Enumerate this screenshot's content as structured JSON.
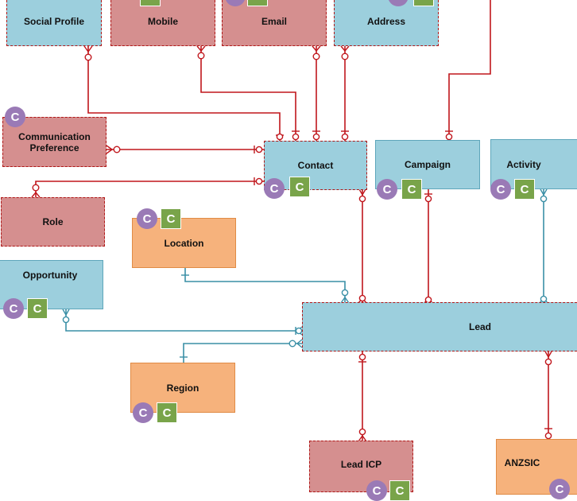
{
  "entities": {
    "social_profile": "Social Profile",
    "mobile": "Mobile",
    "email": "Email",
    "address": "Address",
    "communication_preference": "Communication Preference",
    "contact": "Contact",
    "campaign": "Campaign",
    "activity": "Activity",
    "role": "Role",
    "location": "Location",
    "opportunity": "Opportunity",
    "lead": "Lead",
    "region": "Region",
    "lead_icp": "Lead ICP",
    "anzsic": "ANZSIC"
  },
  "badge_letter": "C",
  "colors": {
    "blue_fill": "#9ccfdd",
    "pink_fill": "#d58f8f",
    "orange_fill": "#f6b27c",
    "red_line": "#c0161c",
    "teal_line": "#3a8fa6",
    "badge_purple": "#9a7ab6",
    "badge_green": "#79a44a"
  }
}
